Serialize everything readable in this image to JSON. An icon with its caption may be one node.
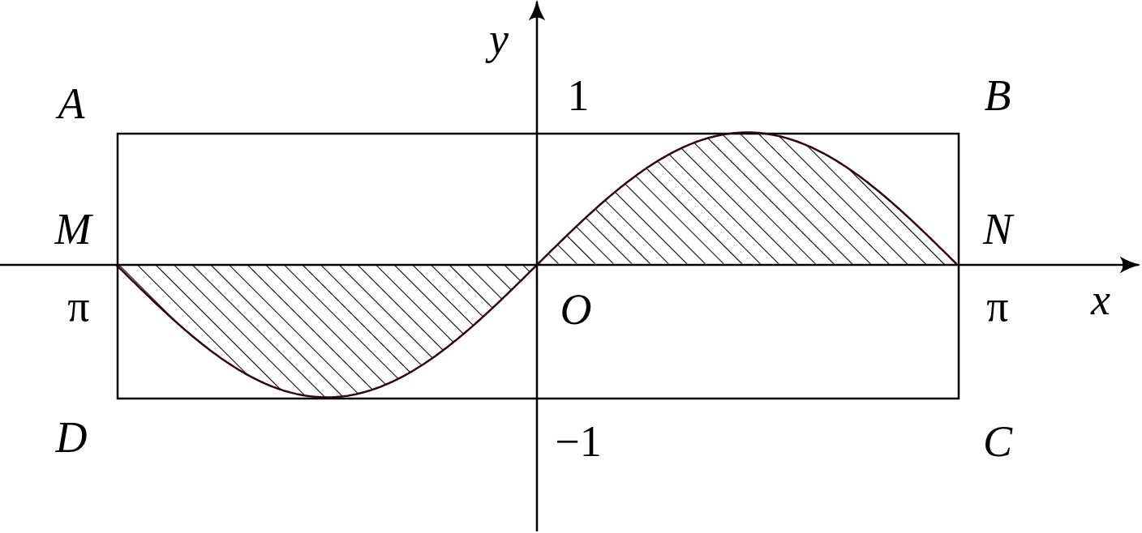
{
  "diagram": {
    "labels": [
      "y",
      "A",
      "1",
      "B",
      "M",
      "N",
      "π",
      "O",
      "π",
      "x",
      "D",
      "−1",
      "C"
    ]
  }
}
